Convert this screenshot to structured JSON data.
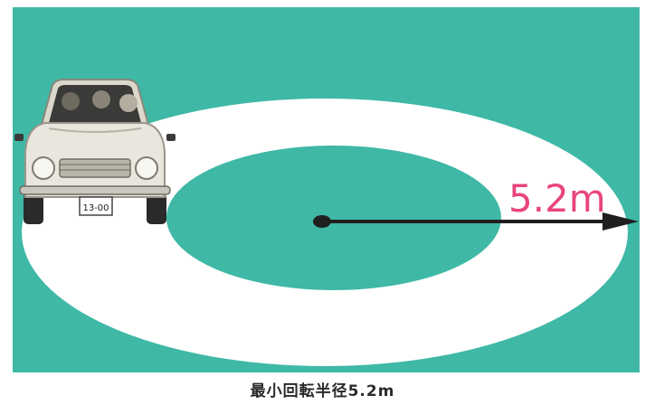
{
  "radius_label": "5.2m",
  "caption": "最小回転半径5.2m",
  "license_plate": "13-00",
  "colors": {
    "background": "#3fb8a6",
    "track": "#ffffff",
    "arrow": "#1f1f1f",
    "label": "#e8457a",
    "car_body": "#e9e6dd"
  }
}
